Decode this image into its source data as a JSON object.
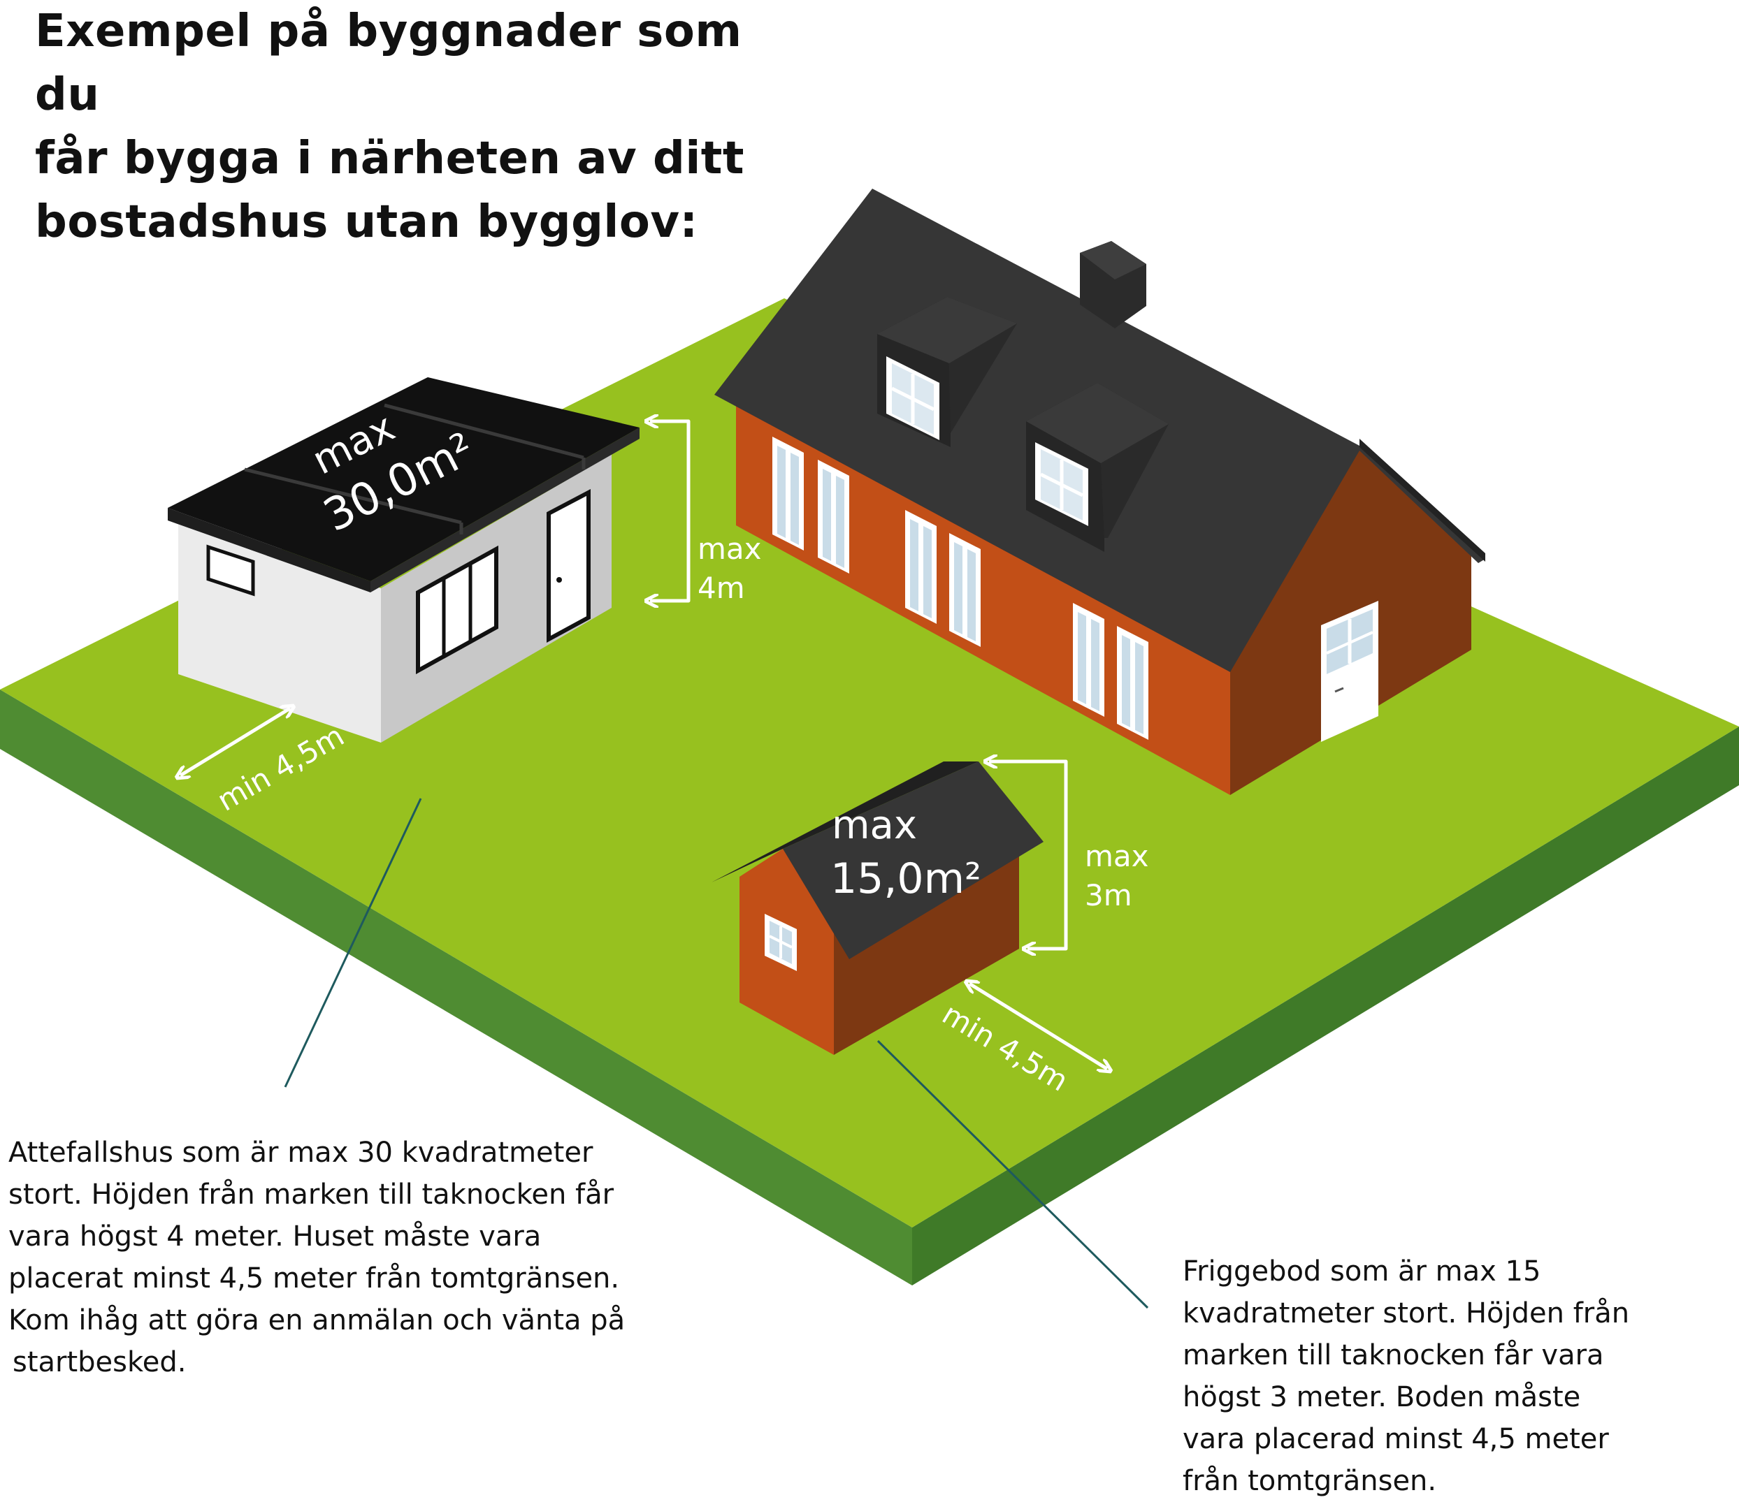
{
  "title_lines": [
    "Exempel på byggnader som du",
    "får bygga i närheten av ditt",
    "bostadshus utan bygglov:"
  ],
  "attefall": {
    "area_word": "max",
    "area_value": "30,0m²",
    "height_word": "max",
    "height_value": "4m",
    "distance": "min 4,5m",
    "caption_lines": [
      "Attefallshus som är max 30 kvadratmeter",
      "stort. Höjden från marken till taknocken får",
      "vara högst 4 meter. Huset måste vara",
      "placerat minst 4,5 meter från tomtgränsen.",
      "Kom ihåg att göra en anmälan och vänta på",
      "startbesked."
    ]
  },
  "friggebod": {
    "area_word": "max",
    "area_value": "15,0m²",
    "height_word": "max",
    "height_value": "3m",
    "distance": "min 4,5m",
    "caption_lines": [
      "Friggebod som är max 15",
      "kvadratmeter stort. Höjden från",
      "marken till taknocken får vara",
      "högst 3 meter.  Boden måste",
      "vara placerad minst 4,5 meter",
      "från tomtgränsen."
    ]
  },
  "colors": {
    "lawn": "#97c11f",
    "lawn_edge": "#4f8c32",
    "brick": "#c24f17",
    "brick_dark": "#7d3812",
    "roof": "#363636",
    "attefall_wall": "#ebebeb",
    "leader_line": "#1e5a5e"
  }
}
